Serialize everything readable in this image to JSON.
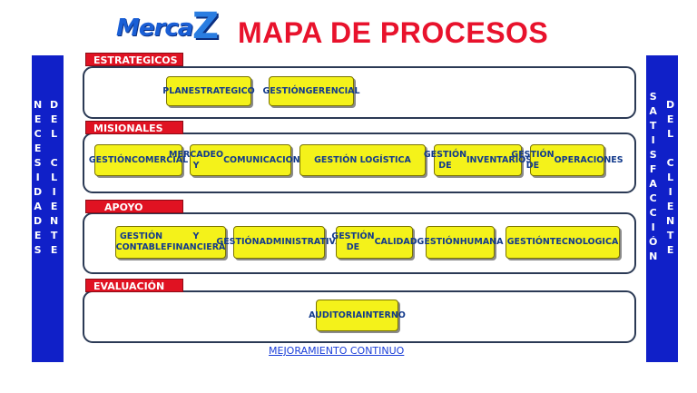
{
  "header": {
    "logo_text": "MercaZ",
    "title": "MAPA DE PROCESOS"
  },
  "left_bar": {
    "col1": [
      "N",
      "E",
      "C",
      "E",
      "S",
      "I",
      "D",
      "A",
      "D",
      "E",
      "S"
    ],
    "col2": [
      "D",
      "E",
      "L",
      "",
      "C",
      "L",
      "I",
      "E",
      "N",
      "T",
      "E"
    ]
  },
  "right_bar": {
    "col1": [
      "S",
      "A",
      "T",
      "I",
      "S",
      "F",
      "A",
      "C",
      "C",
      "I",
      "Ó",
      "N"
    ],
    "col2": [
      "D",
      "E",
      "L",
      "",
      "C",
      "L",
      "I",
      "E",
      "N",
      "T",
      "E"
    ]
  },
  "groups": [
    {
      "label": "ESTRATEGICOS",
      "boxes": [
        [
          "PLAN",
          "ESTRATEGICO"
        ],
        [
          "GESTIÓN",
          "GERENCIAL"
        ]
      ]
    },
    {
      "label": "MISIONALES",
      "boxes": [
        [
          "GESTIÓN",
          "COMERCIAL"
        ],
        [
          "MERCADEO Y",
          "COMUNICACIONES"
        ],
        [
          "GESTIÓN LOGÍSTICA"
        ],
        [
          "GESTIÓN DE",
          "INVENTARIOS"
        ],
        [
          "GESTIÓN DE",
          "OPERACIONES"
        ]
      ]
    },
    {
      "label": "APOYO",
      "boxes": [
        [
          "GESTIÓN CONTABLE",
          "Y FINANCIERA"
        ],
        [
          "GESTIÓN",
          "ADMINISTRATIVA"
        ],
        [
          "GESTIÓN DE",
          "CALIDAD"
        ],
        [
          "GESTIÓN",
          "HUMANA"
        ],
        [
          "GESTIÓN",
          "TECNOLOGICA"
        ]
      ]
    },
    {
      "label": "EVALUACIÓN",
      "boxes": [
        [
          "AUDITORIA",
          "INTERNO"
        ]
      ]
    }
  ],
  "footer": "MEJORAMIENTO CONTINUO",
  "colors": {
    "title": "#e8122c",
    "side_bar": "#1020c8",
    "tag": "#e01222",
    "box": "#f4f21a",
    "box_text": "#123a8c",
    "footer": "#1a3ed8"
  }
}
